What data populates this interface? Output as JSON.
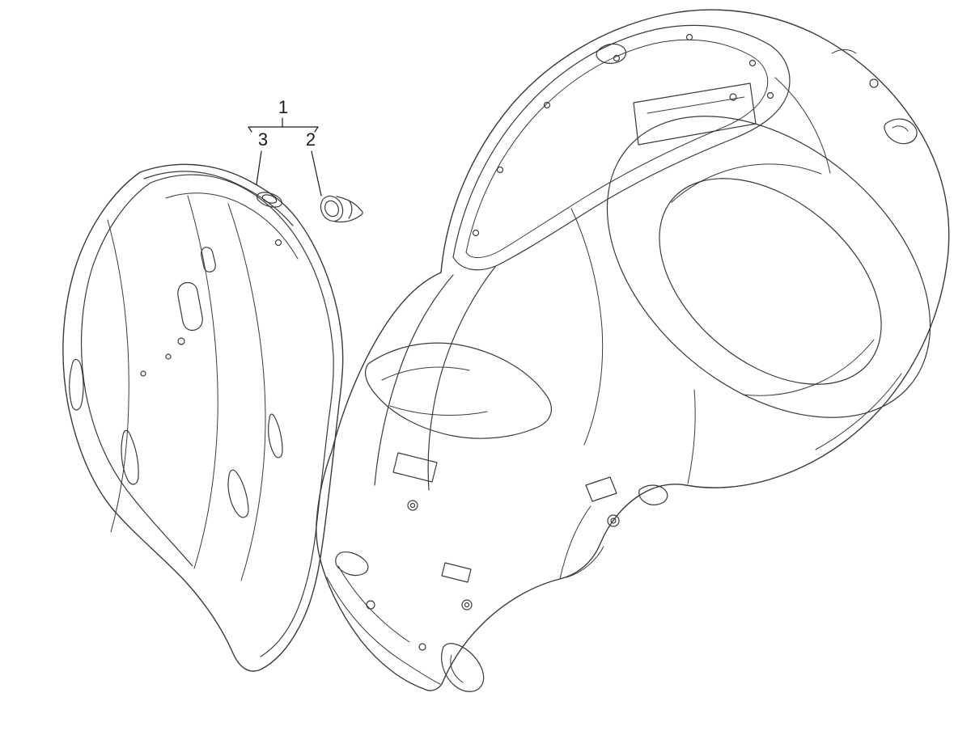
{
  "diagram": {
    "colors": {
      "background": "#ffffff",
      "line": "#3a3a3a",
      "label": "#1a1a1a"
    },
    "callouts": [
      {
        "label": "1"
      },
      {
        "label": "3"
      },
      {
        "label": "2"
      }
    ]
  }
}
